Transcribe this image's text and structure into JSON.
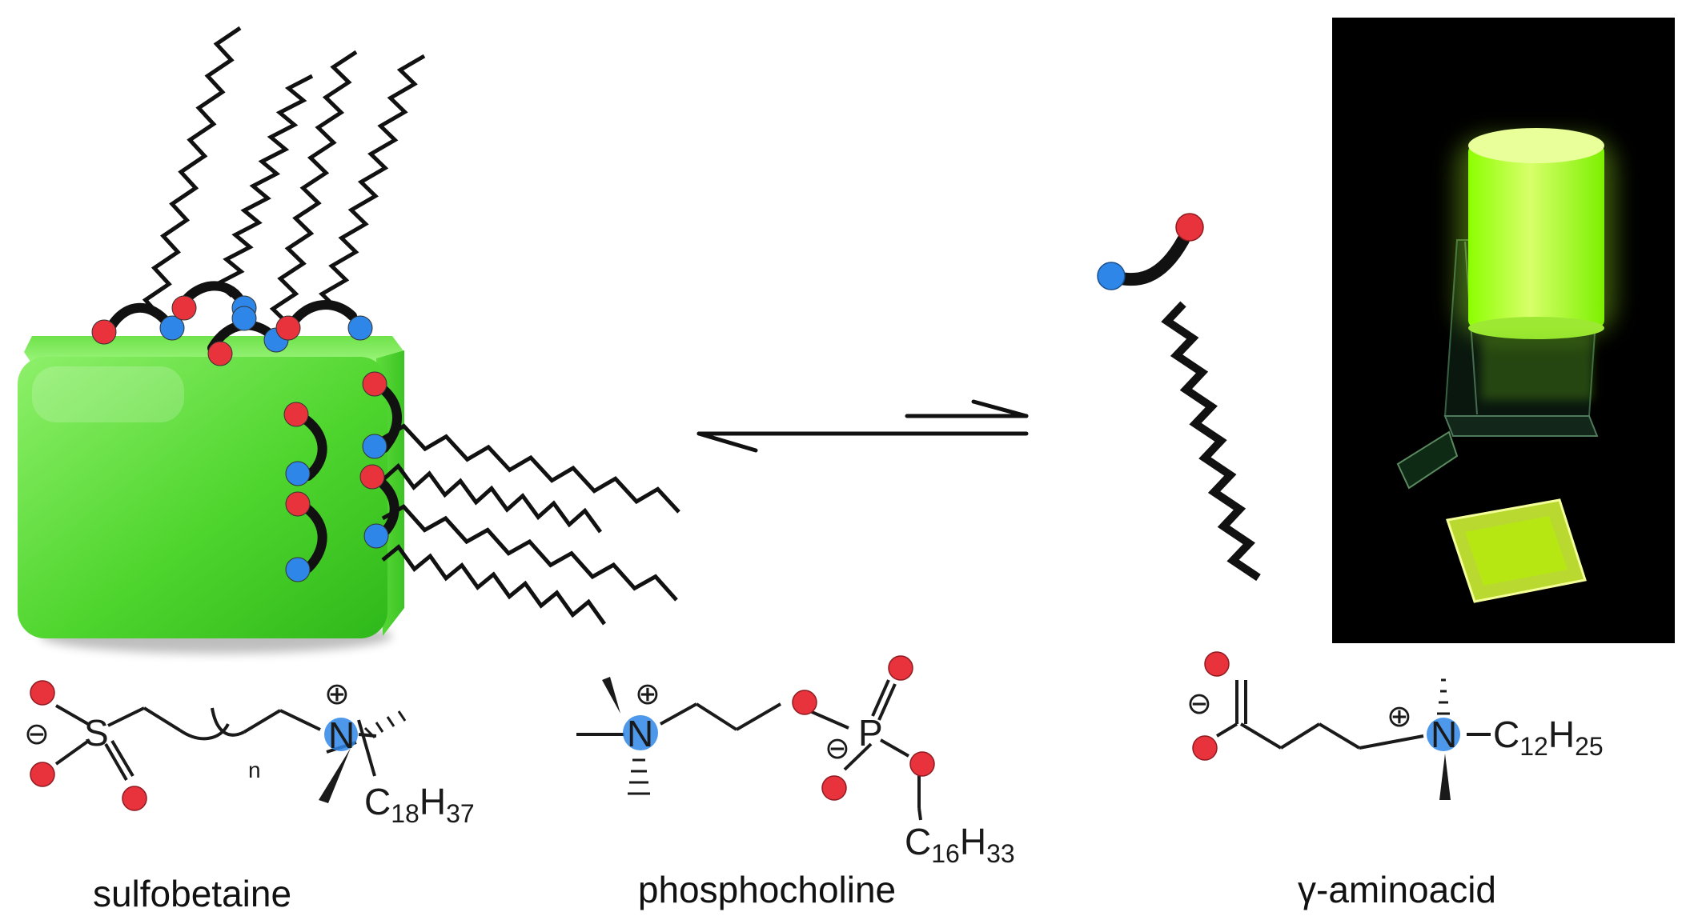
{
  "molecules": [
    {
      "name": "sulfobetaine",
      "atoms": {
        "S": "S",
        "N": "N",
        "chain": "C",
        "chain_sub1": "18",
        "chain_mid": "H",
        "chain_sub2": "37",
        "repeat": "n"
      },
      "charges": {
        "neg": "⊖",
        "pos": "⊕"
      }
    },
    {
      "name": "phosphocholine",
      "atoms": {
        "N": "N",
        "P": "P",
        "chain": "C",
        "chain_sub1": "16",
        "chain_mid": "H",
        "chain_sub2": "33"
      },
      "charges": {
        "neg": "⊖",
        "pos": "⊕"
      }
    },
    {
      "name": "γ-aminoacid",
      "atoms": {
        "N": "N",
        "chain": "C",
        "chain_sub1": "12",
        "chain_mid": "H",
        "chain_sub2": "25"
      },
      "charges": {
        "neg": "⊖",
        "pos": "⊕"
      }
    }
  ],
  "colors": {
    "oxygen": "#e8323c",
    "nitrogen": "#2e86e8",
    "nanocrystal": "#5fdc3c",
    "photo_background": "#000000",
    "glow": "#b8ff2a",
    "bond": "#111111"
  },
  "icons": {
    "equilibrium": "equilibrium-arrows-icon",
    "photo": "luminescent-vial-photo"
  }
}
